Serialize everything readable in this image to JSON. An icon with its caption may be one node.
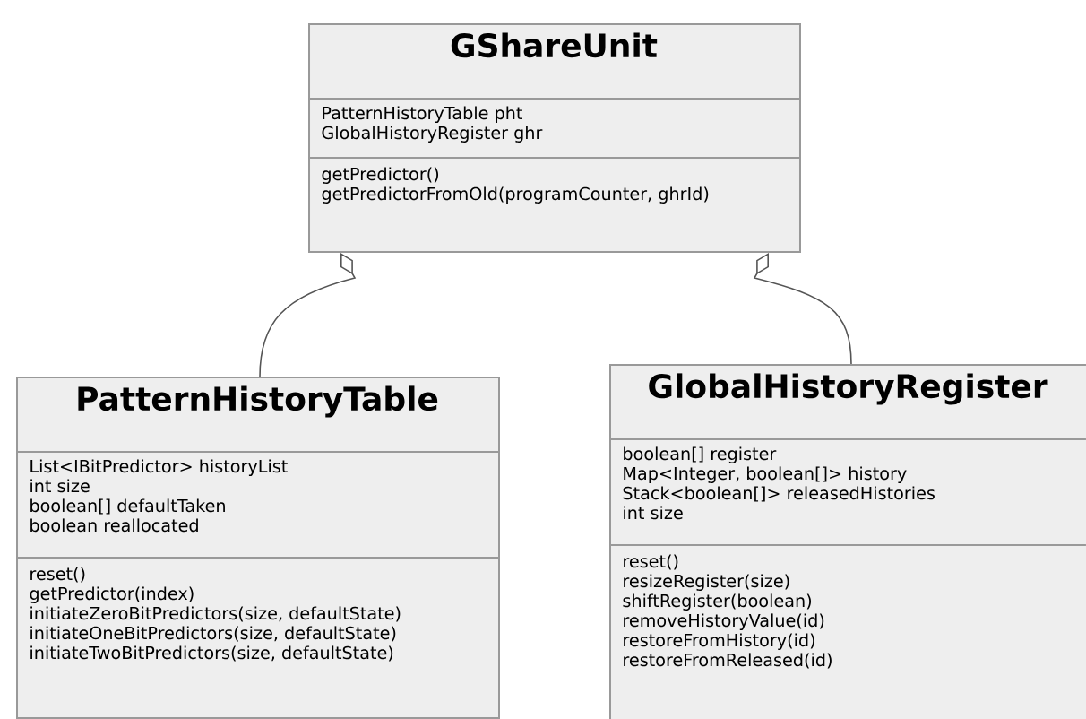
{
  "diagram": {
    "nodes": [
      {
        "text": [
          "GShareUnit",
          "PatternHistoryTable pht",
          "GlobalHistoryRegister ghr",
          "getPredictor()",
          "getPredictorFromOld(programCounter, ghrId)"
        ]
      },
      {
        "text": [
          "PatternHistoryTable",
          "List<IBitPredictor> historyList",
          "int size",
          "boolean[] defaultTaken",
          "boolean reallocated",
          "reset()",
          "getPredictor(index)",
          "initiateZeroBitPredictors(size, defaultState)",
          "initiateOneBitPredictors(size, defaultState)",
          "initiateTwoBitPredictors(size, defaultState)"
        ]
      },
      {
        "text": [
          "GlobalHistoryRegister",
          "boolean[] register",
          "Map<Integer, boolean[]> history",
          "Stack<boolean[]> releasedHistories",
          "int size",
          "reset()",
          "resizeRegister(size)",
          "shiftRegister(boolean)",
          "removeHistoryValue(id)",
          "restoreFromHistory(id)",
          "restoreFromReleased(id)"
        ]
      }
    ],
    "edges": [
      {
        "from": 0,
        "to": 1,
        "arrow": "other"
      },
      {
        "from": 0,
        "to": 2,
        "arrow": "other"
      }
    ]
  }
}
